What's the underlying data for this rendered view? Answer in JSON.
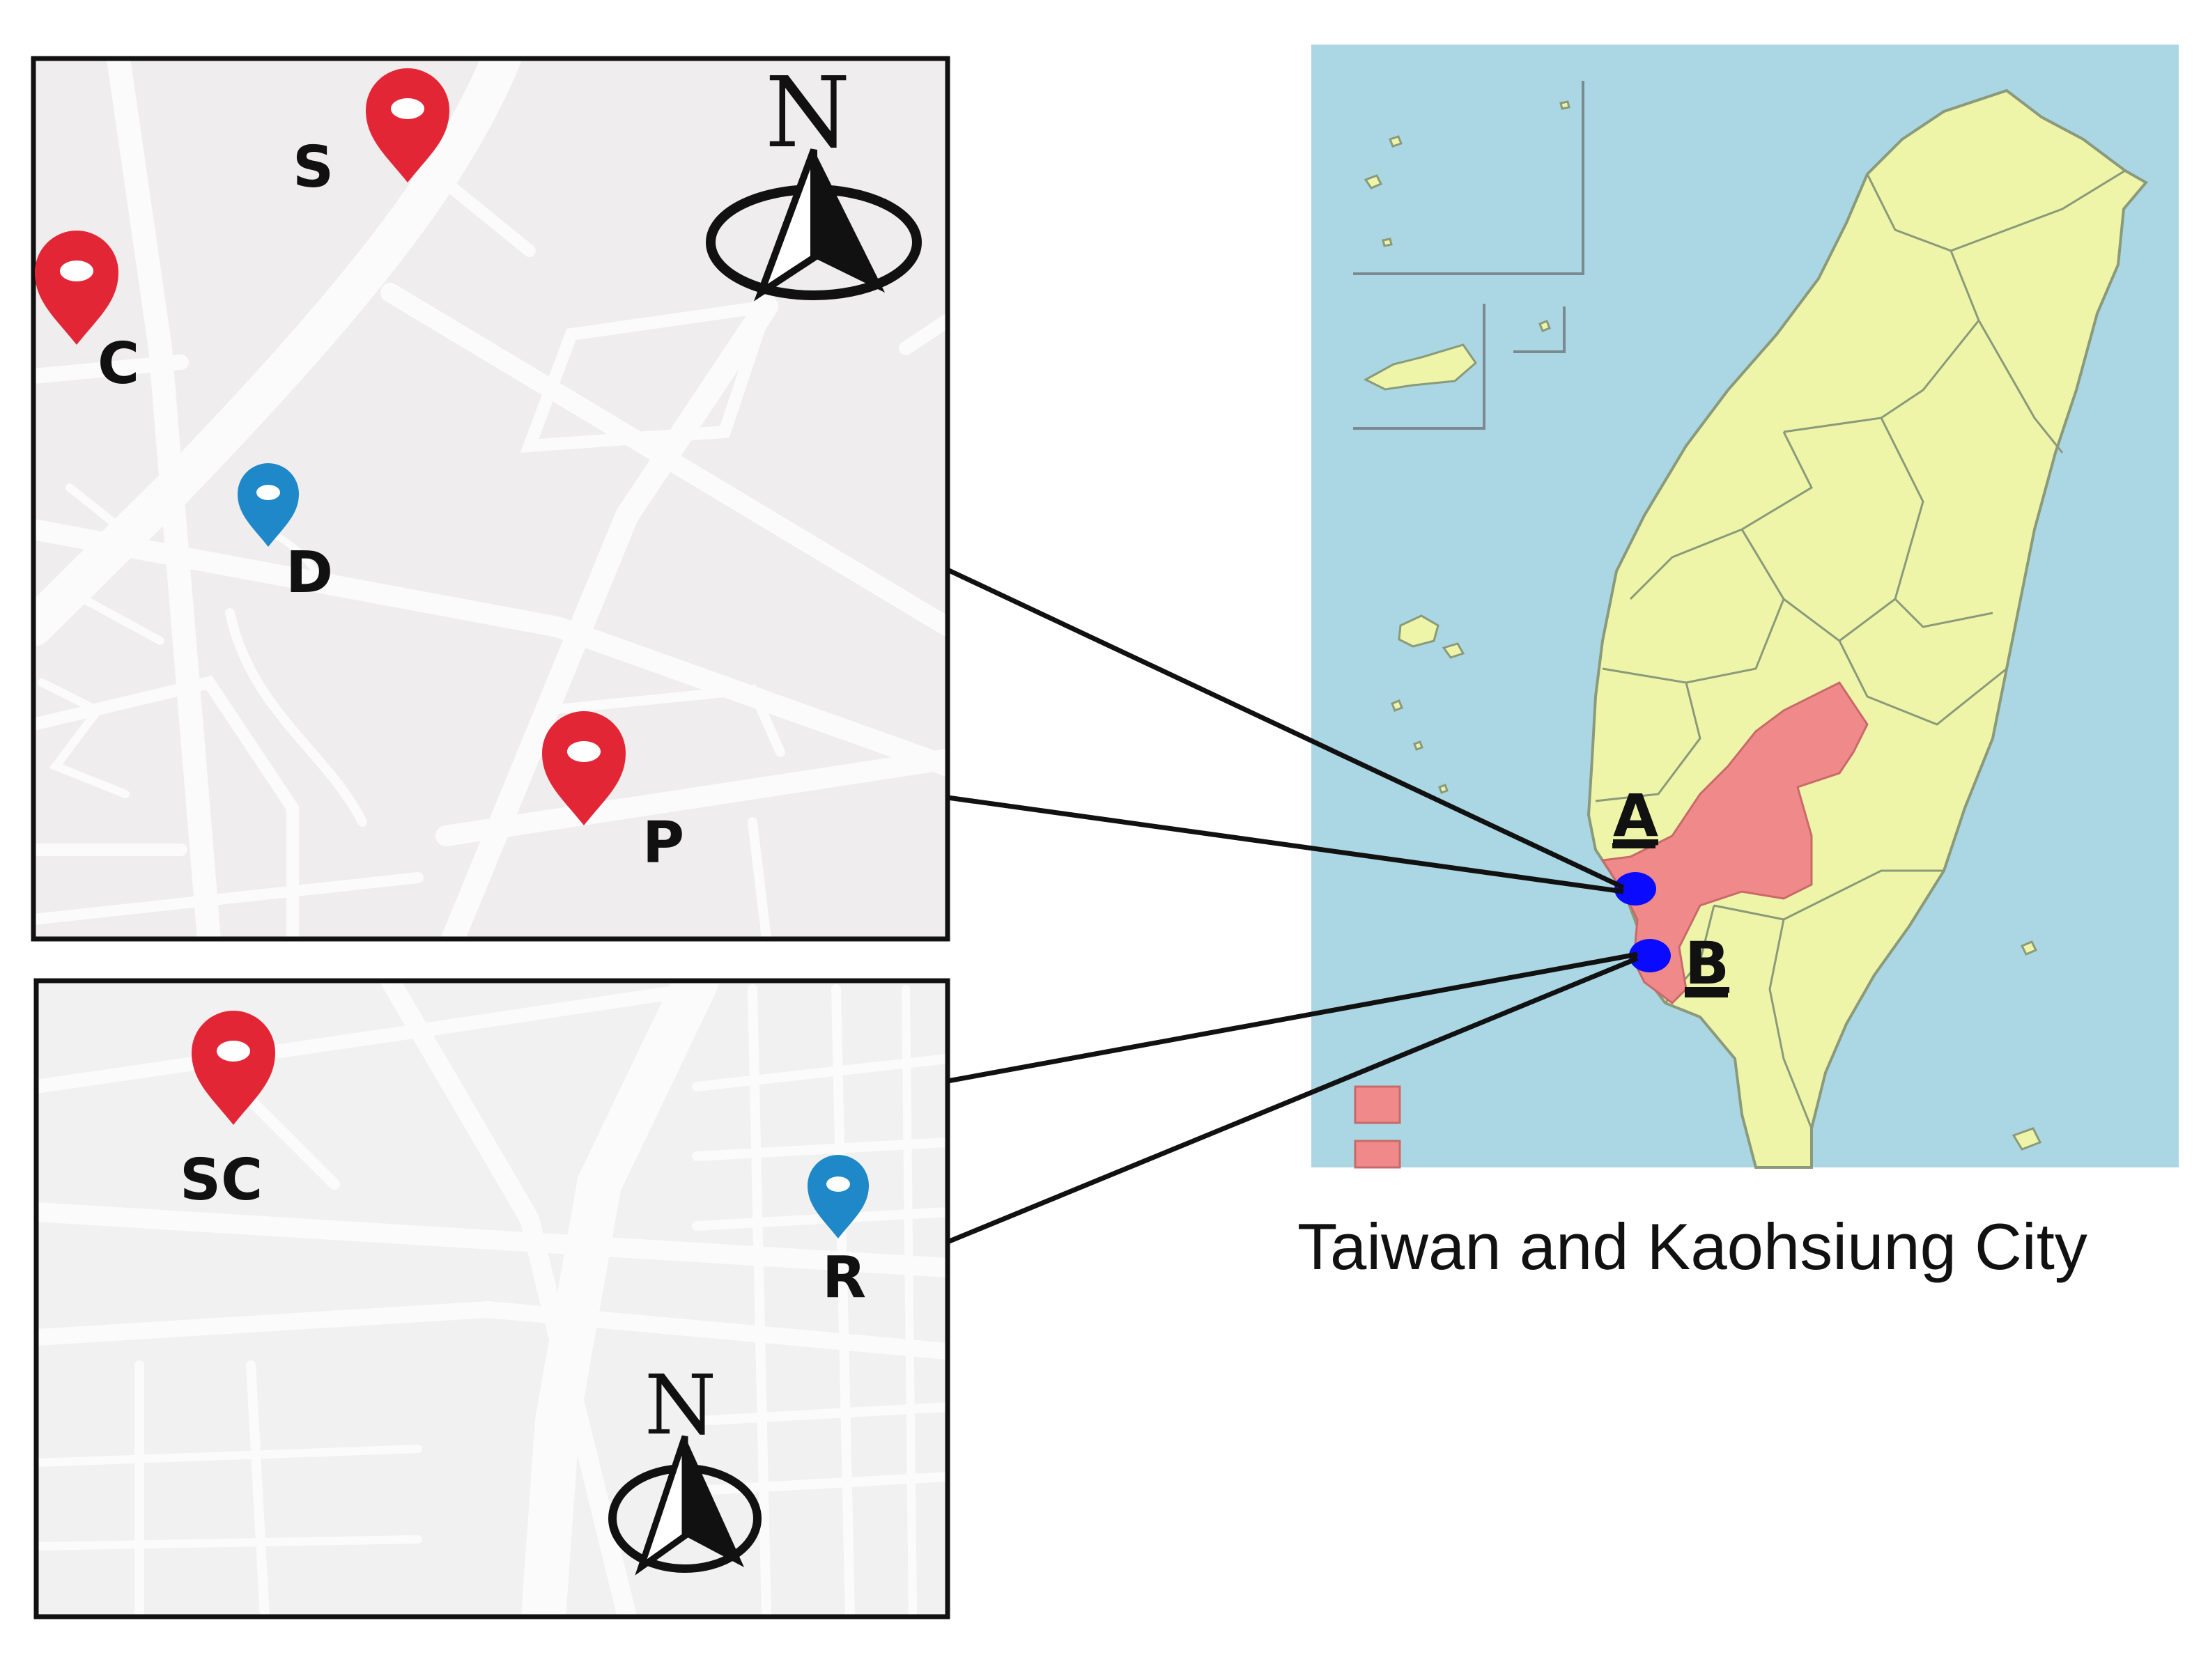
{
  "map_a": {
    "pins": [
      {
        "label": "S",
        "color": "#e32636"
      },
      {
        "label": "C",
        "color": "#e32636"
      },
      {
        "label": "D",
        "color": "#1e88c8"
      },
      {
        "label": "P",
        "color": "#e32636"
      }
    ],
    "north_label": "N"
  },
  "map_b": {
    "pins": [
      {
        "label": "SC",
        "color": "#e32636"
      },
      {
        "label": "R",
        "color": "#1e88c8"
      }
    ],
    "north_label": "N"
  },
  "overview": {
    "markers": [
      {
        "label": "A",
        "color": "#0a0aff"
      },
      {
        "label": "B",
        "color": "#0a0aff"
      }
    ],
    "caption": "Taiwan and Kaohsiung City",
    "sea_color": "#aad7e3",
    "land_color": "#eef5a8",
    "highlight_color": "#f08a8a"
  }
}
